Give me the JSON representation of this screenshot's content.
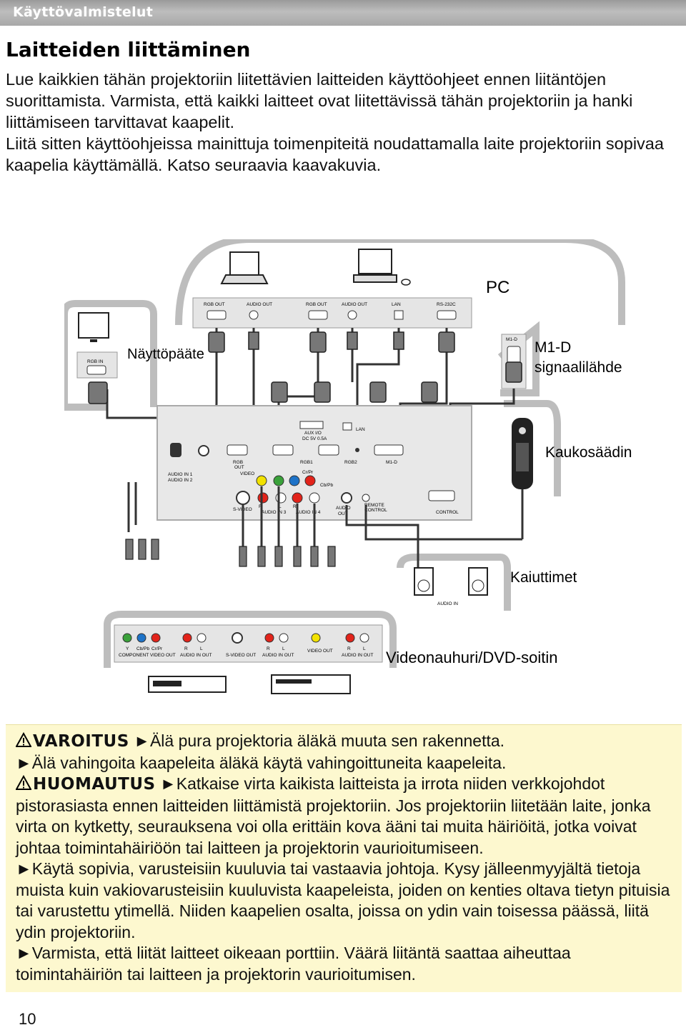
{
  "header": {
    "section": "Käyttövalmistelut"
  },
  "title": "Laitteiden liittäminen",
  "intro": {
    "p1": "Lue kaikkien tähän projektoriin liitettävien laitteiden käyttöohjeet ennen liitäntöjen suorittamista. Varmista, että kaikki laitteet ovat liitettävissä tähän projektoriin ja hanki liittämiseen tarvittavat kaapelit.",
    "p2": "Liitä sitten käyttöohjeissa mainittuja toimenpiteitä noudattamalla laite projektoriin sopivaa kaapelia käyttämällä. Katso seuraavia kaavakuvia."
  },
  "diagram": {
    "labels": {
      "pc": "PC",
      "display": "Näyttöpääte",
      "m1d_line1": "M1-D",
      "m1d_line2": "signaalilähde",
      "remote": "Kaukosäädin",
      "speakers": "Kaiuttimet",
      "vcr": "Videonauhuri/DVD-soitin"
    },
    "pc_ports": {
      "rgb_out_1": "RGB OUT",
      "audio_out_1": "AUDIO OUT",
      "rgb_out_2": "RGB OUT",
      "audio_out_2": "AUDIO OUT",
      "lan": "LAN",
      "rs232c": "RS-232C"
    },
    "monitor_port": "RGB IN",
    "m1d_port": "M1-D",
    "projector": {
      "aux": "AUX I/O",
      "aux_power": "DC 5V 0.5A",
      "lan": "LAN",
      "rgb": "RGB",
      "rgb_out": "OUT",
      "rgb1": "RGB1",
      "rgb2": "RGB2",
      "m1d": "M1-D",
      "audio_in1": "AUDIO IN 1",
      "audio_in2": "AUDIO IN 2",
      "video": "VIDEO",
      "cb_pb": "Cb/Pb",
      "cr_pr": "Cr/Pr",
      "s_video": "S-VIDEO",
      "r": "R",
      "l": "L",
      "audio_in3": "AUDIO IN 3",
      "audio_in4": "AUDIO IN 4",
      "audio_out_1": "AUDIO",
      "audio_out_2": "OUT",
      "remote_1": "REMOTE",
      "remote_2": "CONTROL",
      "control": "CONTROL"
    },
    "speaker_port": "AUDIO IN",
    "vcr_ports": {
      "y": "Y",
      "cb": "Cb/Pb",
      "cr": "Cr/Pr",
      "component": "COMPONENT VIDEO OUT",
      "r": "R",
      "l": "L",
      "audio_out": "AUDIO IN OUT",
      "svideo_out": "S-VIDEO OUT",
      "video_out": "VIDEO OUT"
    }
  },
  "warnings": {
    "warning_label": "VAROITUS",
    "warning_1": "Älä pura projektoria äläkä muuta sen rakennetta.",
    "warning_2": "Älä vahingoita kaapeleita äläkä käytä vahingoittuneita kaapeleita.",
    "caution_label": "HUOMAUTUS",
    "caution_1": "Katkaise virta kaikista laitteista ja irrota niiden verkkojohdot pistorasiasta ennen laitteiden liittämistä projektoriin. Jos projektoriin liitetään laite, jonka virta on kytketty, seurauksena voi olla erittäin kova ääni tai muita häiriöitä, jotka voivat johtaa toimintahäiriöön tai laitteen ja projektorin vaurioitumiseen.",
    "caution_2": "Käytä sopivia, varusteisiin kuuluvia tai vastaavia johtoja. Kysy jälleenmyyjältä tietoja muista kuin vakiovarusteisiin kuuluvista kaapeleista, joiden on kenties oltava tietyn pituisia tai varustettu ytimellä. Niiden kaapelien osalta, joissa on ydin vain toisessa päässä, liitä ydin projektoriin.",
    "caution_3": "Varmista, että liität laitteet oikeaan porttiin. Väärä liitäntä saattaa aiheuttaa toimintahäiriön tai laitteen ja projektorin vaurioitumisen."
  },
  "page_number": "10",
  "colors": {
    "header_bar": "#a8a8a8",
    "warning_bg": "#fdf8cf",
    "jack_yellow": "#f2e200",
    "jack_red": "#e2231a",
    "jack_green": "#3aa13a",
    "jack_blue": "#1e73c8"
  }
}
